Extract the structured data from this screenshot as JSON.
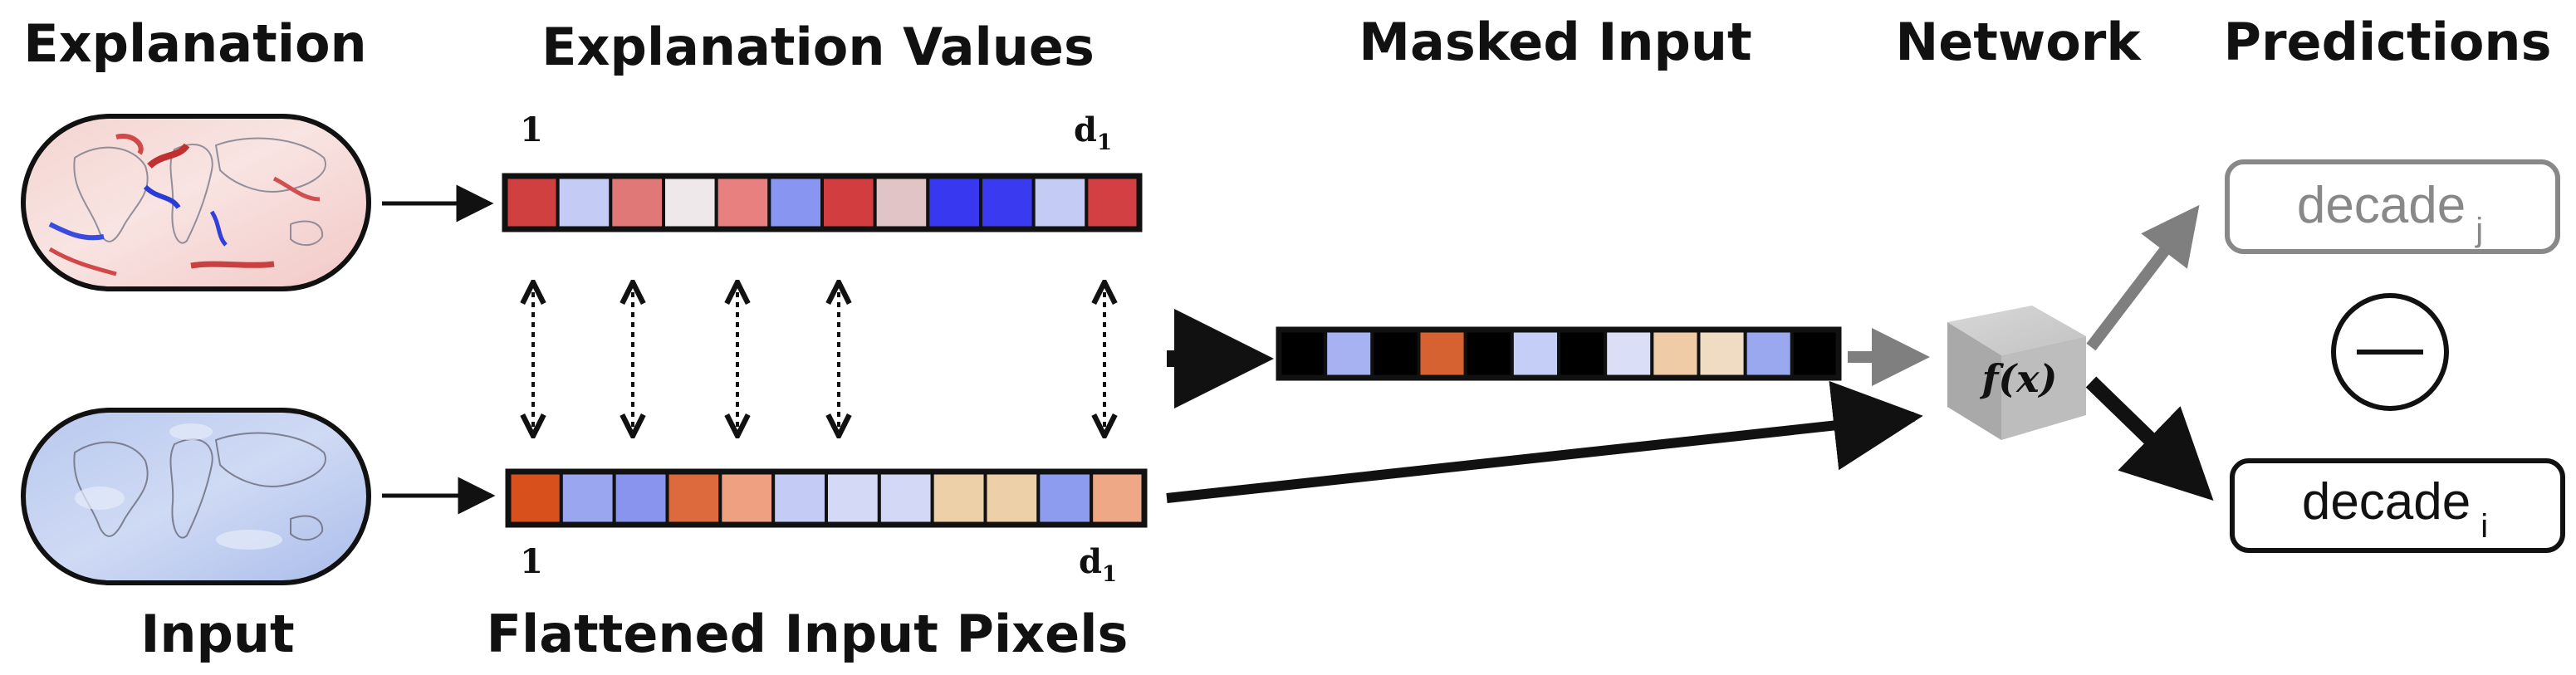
{
  "headings": {
    "explanation": "Explanation",
    "explanation_values": "Explanation Values",
    "masked_input": "Masked Input",
    "network": "Network",
    "predictions": "Predictions",
    "input": "Input",
    "flattened_input_pixels": "Flattened Input Pixels"
  },
  "index_labels": {
    "start": "1",
    "end_base": "d",
    "end_sub": "1"
  },
  "network": {
    "function_label": "f(x)"
  },
  "predictions": {
    "top_base": "decade",
    "top_sub": "j",
    "bottom_base": "decade",
    "bottom_sub": "i",
    "operator": "minus"
  },
  "strips": {
    "explanation_values": [
      "#d04040",
      "#c4ccf6",
      "#e07878",
      "#efe8ea",
      "#e88080",
      "#8896f2",
      "#d23e40",
      "#e0c4c6",
      "#3838f0",
      "#3a3af0",
      "#c4ccf6",
      "#d24044"
    ],
    "flattened_input": [
      "#d8501c",
      "#9aa6f0",
      "#8894ee",
      "#dc6a3c",
      "#eea080",
      "#c4ccf6",
      "#d4daf6",
      "#d2d8f6",
      "#eed0a8",
      "#eed0a8",
      "#8e9cf0",
      "#eea886"
    ],
    "masked_input": [
      "#000000",
      "#a6b2f2",
      "#000000",
      "#d66232",
      "#000000",
      "#c4cef6",
      "#000000",
      "#dadef6",
      "#f0cca6",
      "#f0dcc2",
      "#9aa8f0",
      "#000000"
    ]
  },
  "colors": {
    "arrow_black": "#111111",
    "arrow_gray": "#7f7f7f",
    "cube_gray": "#b4b4b4",
    "predicted_gray": "#888888"
  }
}
